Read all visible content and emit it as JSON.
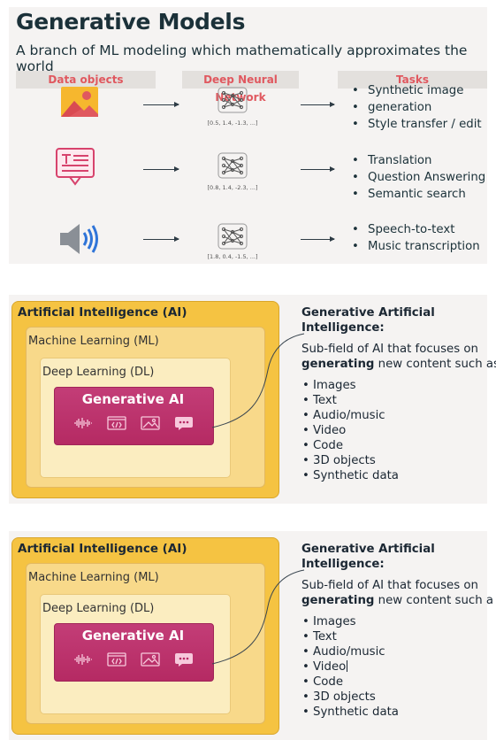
{
  "generative_models": {
    "title": "Generative Models",
    "subtitle": "A branch of ML modeling which mathematically approximates the world",
    "headers": {
      "data_objects": "Data objects",
      "dnn": "Deep Neural Network",
      "tasks": "Tasks"
    },
    "rows": [
      {
        "icon": "image-icon",
        "vector": "[0.5, 1.4, -1.3, ...]",
        "tasks": [
          "Synthetic image",
          "generation",
          "Style transfer / edit"
        ]
      },
      {
        "icon": "document-chat-icon",
        "vector": "[0.8, 1.4, -2.3, ...]",
        "tasks": [
          "Translation",
          "Question Answering",
          "Semantic search"
        ]
      },
      {
        "icon": "speaker-icon",
        "vector": "[1.8, 0.4, -1.5, ...]",
        "tasks": [
          "Speech-to-text",
          "Music transcription"
        ]
      }
    ]
  },
  "venn_top": {
    "ai": "Artificial Intelligence (AI)",
    "ml": "Machine Learning (ML)",
    "dl": "Deep Learning (DL)",
    "gen": "Generative AI",
    "heading_1": "Generative Artificial",
    "heading_2": "Intelligence:",
    "desc_1": "Sub-field of AI that focuses on",
    "desc_bold": "generating",
    "desc_2": " new content such as:",
    "items": [
      "Images",
      "Text",
      "Audio/music",
      "Video",
      "Code",
      "3D objects",
      "Synthetic data"
    ]
  },
  "venn_bottom": {
    "ai": "Artificial Intelligence (AI)",
    "ml": "Machine Learning (ML)",
    "dl": "Deep Learning (DL)",
    "gen": "Generative AI",
    "heading_1": "Generative Artificial",
    "heading_2": "Intelligence:",
    "desc_1": "Sub-field of AI that focuses on",
    "desc_bold": "generating",
    "desc_2": " new content such a",
    "items": [
      "Images",
      "Text",
      "Audio/music",
      "Video",
      "Code",
      "3D objects",
      "Synthetic data"
    ]
  },
  "colors": {
    "accent_header": "#e0585f",
    "gen_ai": "#c1356f",
    "ai_layer": "#f5c342"
  }
}
